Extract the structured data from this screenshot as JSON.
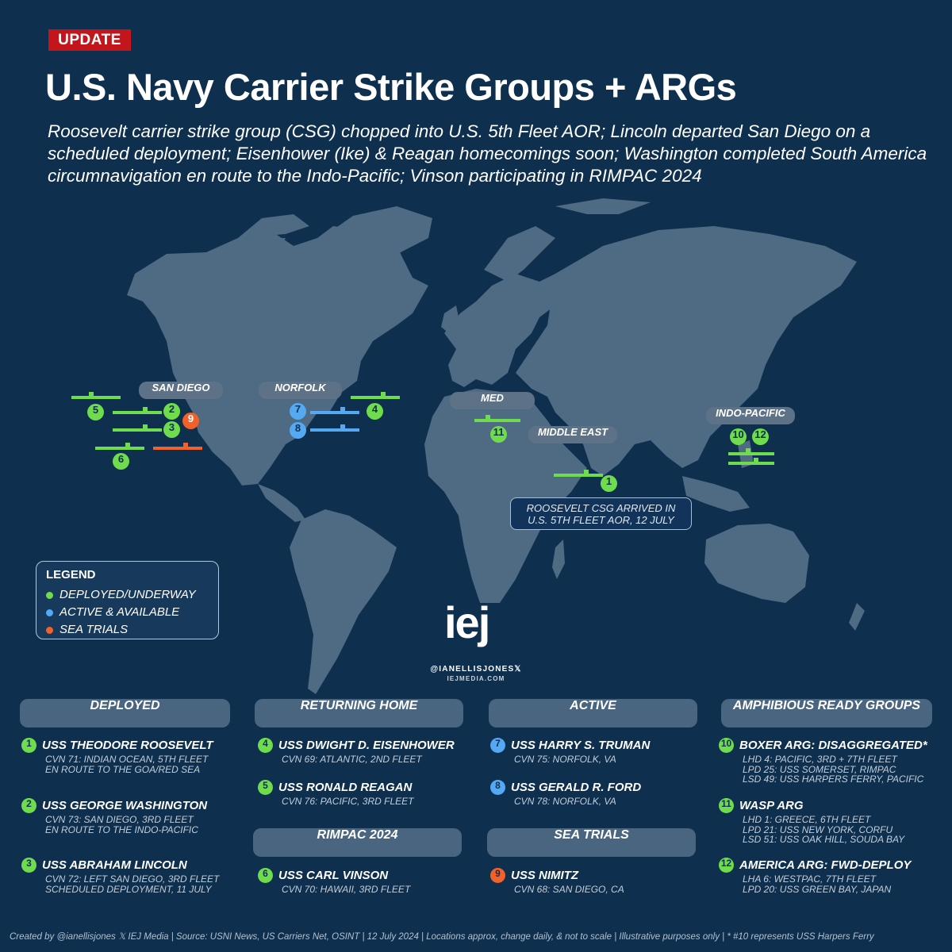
{
  "badge": "UPDATE",
  "title": "U.S. Navy Carrier Strike Groups + ARGs",
  "subtitle": "Roosevelt carrier strike group (CSG) chopped into U.S. 5th Fleet AOR; Lincoln departed San Diego on a scheduled deployment; Eisenhower (Ike) & Reagan homecomings soon; Washington completed South America circumnavigation en route to the Indo-Pacific; Vinson participating in RIMPAC 2024",
  "colors": {
    "background": "#0e2f4d",
    "land": "#4f6a83",
    "deployed": "#6fdc4e",
    "active": "#55a8f2",
    "sea_trials": "#f0612b",
    "update_badge": "#c4151c"
  },
  "regions": {
    "san_diego": "SAN DIEGO",
    "norfolk": "NORFOLK",
    "med": "MED",
    "middle_east": "MIDDLE EAST",
    "indo_pacific": "INDO-PACIFIC"
  },
  "map_markers": [
    "1",
    "2",
    "3",
    "4",
    "5",
    "6",
    "7",
    "8",
    "9",
    "10",
    "11",
    "12"
  ],
  "callout": {
    "line1": "ROOSEVELT CSG ARRIVED IN",
    "line2": "U.S. 5TH FLEET AOR, 12 JULY"
  },
  "legend": {
    "title": "LEGEND",
    "items": [
      {
        "label": "DEPLOYED/UNDERWAY",
        "color": "#6fdc4e"
      },
      {
        "label": "ACTIVE & AVAILABLE",
        "color": "#55a8f2"
      },
      {
        "label": "SEA TRIALS",
        "color": "#f0612b"
      }
    ]
  },
  "logo": {
    "mark": "iej",
    "handle": "@IANELLISJONES𝕏",
    "site": "IEJMEDIA.COM"
  },
  "sections": {
    "deployed": {
      "heading": "DEPLOYED",
      "entries": [
        {
          "num": "1",
          "name": "USS THEODORE ROOSEVELT",
          "l1": "CVN 71: INDIAN OCEAN, 5TH FLEET",
          "l2": "EN ROUTE TO THE GOA/RED SEA"
        },
        {
          "num": "2",
          "name": "USS GEORGE WASHINGTON",
          "l1": "CVN 73: SAN DIEGO, 3RD FLEET",
          "l2": "EN ROUTE TO THE INDO-PACIFIC"
        },
        {
          "num": "3",
          "name": "USS ABRAHAM LINCOLN",
          "l1": "CVN 72: LEFT SAN DIEGO, 3RD FLEET",
          "l2": "SCHEDULED DEPLOYMENT, 11 JULY"
        }
      ]
    },
    "returning": {
      "heading": "RETURNING HOME",
      "entries": [
        {
          "num": "4",
          "name": "USS DWIGHT D. EISENHOWER",
          "l1": "CVN 69: ATLANTIC, 2ND FLEET"
        },
        {
          "num": "5",
          "name": "USS RONALD REAGAN",
          "l1": "CVN 76: PACIFIC, 3RD FLEET"
        }
      ]
    },
    "rimpac": {
      "heading": "RIMPAC 2024",
      "entries": [
        {
          "num": "6",
          "name": "USS CARL VINSON",
          "l1": "CVN 70: HAWAII, 3RD FLEET"
        }
      ]
    },
    "active": {
      "heading": "ACTIVE",
      "entries": [
        {
          "num": "7",
          "name": "USS HARRY S. TRUMAN",
          "l1": "CVN 75: NORFOLK, VA"
        },
        {
          "num": "8",
          "name": "USS GERALD R. FORD",
          "l1": "CVN 78: NORFOLK, VA"
        }
      ]
    },
    "sea_trials": {
      "heading": "SEA TRIALS",
      "entries": [
        {
          "num": "9",
          "name": "USS NIMITZ",
          "l1": "CVN 68: SAN DIEGO, CA"
        }
      ]
    },
    "arg": {
      "heading": "AMPHIBIOUS READY GROUPS",
      "entries": [
        {
          "num": "10",
          "name": "BOXER ARG: DISAGGREGATED*",
          "l1": "LHD 4: PACIFIC, 3RD + 7TH FLEET",
          "l2": "LPD 25: USS SOMERSET, RIMPAC",
          "l3": "LSD 49: USS HARPERS FERRY, PACIFIC"
        },
        {
          "num": "11",
          "name": "WASP ARG",
          "l1": "LHD 1: GREECE, 6TH FLEET",
          "l2": "LPD 21: USS NEW YORK, CORFU",
          "l3": "LSD 51: USS OAK HILL, SOUDA BAY"
        },
        {
          "num": "12",
          "name": "AMERICA ARG: FWD-DEPLOY",
          "l1": "LHA 6: WESTPAC, 7TH FLEET",
          "l2": "LPD 20: USS GREEN BAY, JAPAN"
        }
      ]
    }
  },
  "footer": "Created by @ianellisjones 𝕏 IEJ Media | Source: USNI News, US Carriers Net, OSINT | 12 July 2024 | Locations approx, change daily, & not to scale | Illustrative purposes only | * #10 represents USS Harpers Ferry"
}
